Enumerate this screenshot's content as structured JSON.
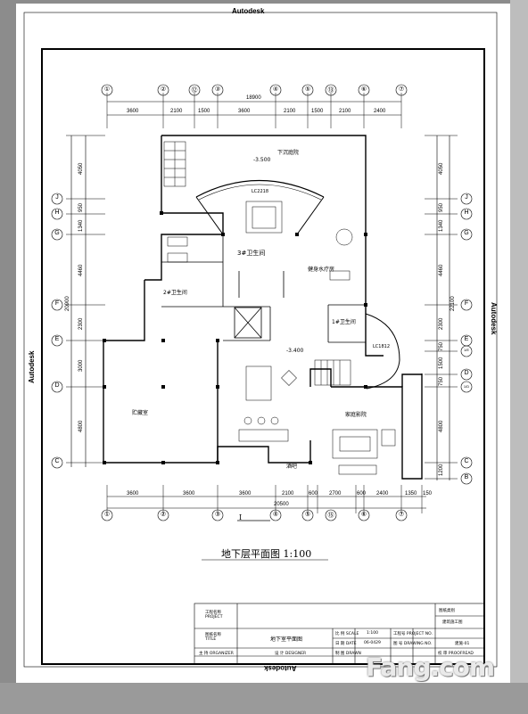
{
  "brand_labels": {
    "top": "Autodesk",
    "left": "Autodesk",
    "right": "Autodesk",
    "bottom": "Autodesk"
  },
  "top_dims": {
    "total": "18900",
    "segments": [
      "3600",
      "2100",
      "1500",
      "3600",
      "2100",
      "1500",
      "2100",
      "2400"
    ]
  },
  "bottom_dims": {
    "segments": [
      "3600",
      "3600",
      "3600",
      "2100",
      "600",
      "2700",
      "600",
      "2400",
      "1350",
      "150"
    ],
    "total": "20500"
  },
  "left_dims": {
    "total": "20900",
    "segments": [
      "4050",
      "950",
      "1340",
      "4460",
      "2300",
      "3000",
      "4800"
    ]
  },
  "right_dims": {
    "total": "22100",
    "segments": [
      "4050",
      "950",
      "1340",
      "4460",
      "2300",
      "750",
      "1500",
      "750",
      "4800",
      "1200"
    ]
  },
  "top_axes": [
    "①",
    "②",
    "⑫",
    "③",
    "④",
    "⑤",
    "⑬",
    "⑥",
    "⑦"
  ],
  "bottom_axes": [
    "①",
    "②",
    "③",
    "④",
    "⑤",
    "⑮",
    "⑥",
    "⑦"
  ],
  "left_axes": [
    "J",
    "H",
    "G",
    "F",
    "E",
    "D",
    "C"
  ],
  "right_axes": [
    "J",
    "H",
    "G",
    "F",
    "E",
    "1/E",
    "D",
    "1/D",
    "C",
    "B"
  ],
  "rooms": {
    "garden": "下沉庭院",
    "level1": "-3.500",
    "level2": "-3.400",
    "lc": "LC2218",
    "bath3": "3#卫生间",
    "gym": "健身水疗房",
    "bath2": "2#卫生间",
    "bath1": "1#卫生间",
    "storage": "贮藏室",
    "family": "家庭影院",
    "lc2": "LC1812",
    "bar": "酒吧"
  },
  "section_mark": "I",
  "plan_title": "地下层平面图  1:100",
  "title_block": {
    "project_label": "工程名称\nPROJECT",
    "drawing_name_label": "图纸名称\nTITLE",
    "drawing_name": "地下室平面图",
    "organizer_label": "主 持 ORGANIZER",
    "designer_label": "设 计 DESIGNER",
    "scale_label": "比 例 SCALE",
    "scale_value": "1:100",
    "date_label": "日 期 DATE",
    "date_value": "06-0429",
    "drawn_label": "制 图 DRAWN",
    "project_no_label": "工程号 PROJECT NO.",
    "drawing_no_label": "图 号 DRAWING NO.",
    "drawing_no_value": "建施-01",
    "check_label": "校 审 PROOFREAD",
    "category_label": "图纸类别",
    "category_value": "建筑施工图"
  },
  "watermark": "Fang.com"
}
